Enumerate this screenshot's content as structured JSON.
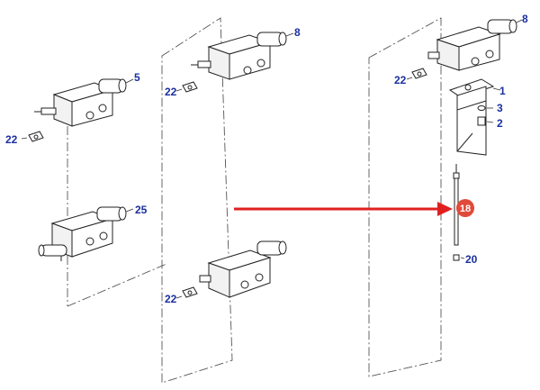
{
  "labels": {
    "valve_a": "5",
    "valve_a_fitting": "22",
    "valve_b": "25",
    "valve_c": "8",
    "valve_c_fitting": "22",
    "valve_d_fitting": "22",
    "valve_e": "8",
    "valve_e_fitting": "22",
    "bracket": "1",
    "washer": "3",
    "nut": "2",
    "rod": "18",
    "rod_end": "20"
  },
  "colors": {
    "label_text": "#1a2fa0",
    "arrow": "#e02020",
    "badge": "#e04a3a",
    "line": "#222222"
  }
}
